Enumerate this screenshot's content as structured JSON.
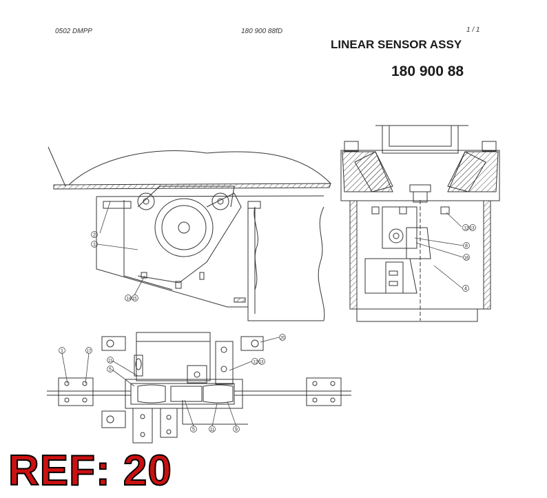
{
  "header": {
    "doc_code": "0502 DMPP",
    "part_ref": "180 900 88fD",
    "page": "1 /  1"
  },
  "title": {
    "name": "LINEAR SENSOR ASSY",
    "number": "180 900 88"
  },
  "callouts": {
    "c1": "1",
    "c2": "2",
    "c1415": "14 15",
    "c1213a": "12 13",
    "c8": "8",
    "c16": "16",
    "c4": "4",
    "c20": "20",
    "c1b": "1",
    "c17": "17",
    "c11a": "11",
    "c5a": "5",
    "c1213b": "12 13",
    "c5b": "5",
    "c11b": "11",
    "c9": "9"
  },
  "ref_label": "REF: 20",
  "colors": {
    "ref": "#cc1111",
    "line": "#333333"
  }
}
